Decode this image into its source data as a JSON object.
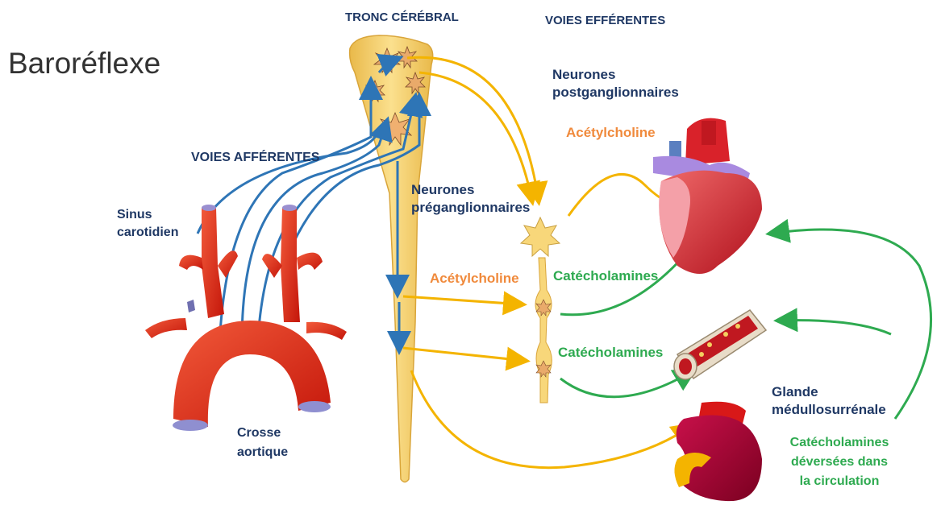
{
  "title": "Baroréflexe",
  "labels": {
    "tronc_cerebral": "TRONC CÉRÉBRAL",
    "voies_efferentes": "VOIES EFFÉRENTES",
    "voies_afferentes": "VOIES AFFÉRENTES",
    "neurones_postganglionnaires_1": "Neurones",
    "neurones_postganglionnaires_2": "postganglionnaires",
    "acetylcholine_top": "Acétylcholine",
    "neurones_preganglionnaires_1": "Neurones",
    "neurones_preganglionnaires_2": "préganglionnaires",
    "sinus_carotidien_1": "Sinus",
    "sinus_carotidien_2": "carotidien",
    "acetylcholine_mid": "Acétylcholine",
    "catecholamines_1": "Catécholamines",
    "catecholamines_2": "Catécholamines",
    "glande_1": "Glande",
    "glande_2": "médullosurrénale",
    "crosse_1": "Crosse",
    "crosse_2": "aortique",
    "circulation_1": "Catécholamines",
    "circulation_2": "déversées dans",
    "circulation_3": "la circulation"
  },
  "colors": {
    "navy": "#1f3864",
    "orange": "#f08a3c",
    "green": "#2eaa50",
    "yellow_arrow": "#f4b400",
    "blue_arrow": "#2e75b6",
    "artery_red": "#e8321e",
    "brainstem": "#f8d77a"
  }
}
